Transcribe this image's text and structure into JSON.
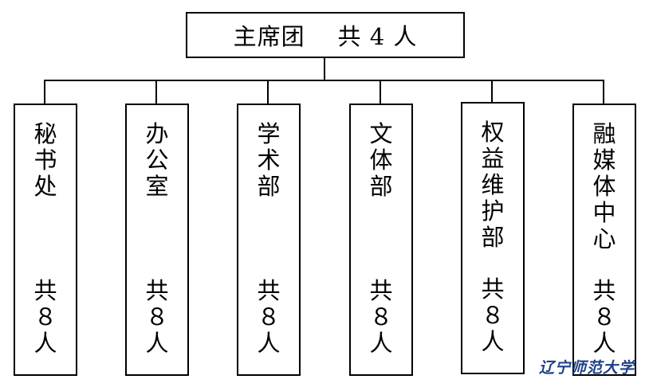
{
  "top": {
    "label": "主席团    共 4 人"
  },
  "departments": [
    {
      "name": "秘书处",
      "count": "共８人"
    },
    {
      "name": "办公室",
      "count": "共８人"
    },
    {
      "name": "学术部",
      "count": "共８人"
    },
    {
      "name": "文体部",
      "count": "共８人"
    },
    {
      "name": "权益维护部",
      "count": "共８人"
    },
    {
      "name": "融媒体中心",
      "count": "共８人"
    }
  ],
  "watermark": "辽宁师范大学",
  "colors": {
    "line": "#000000",
    "watermark": "#1d3f8a"
  }
}
